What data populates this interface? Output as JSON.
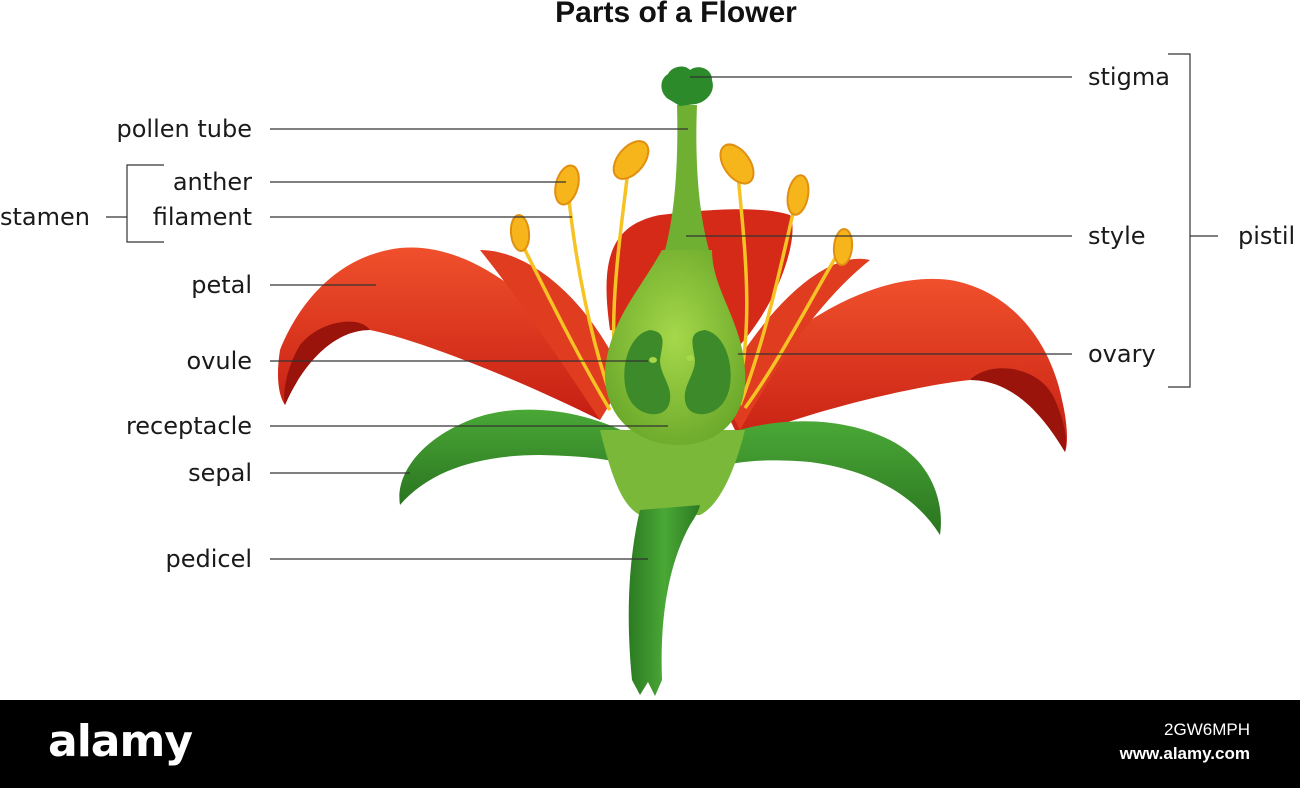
{
  "title": "Parts of a Flower",
  "labels_left": {
    "pollen_tube": "pollen tube",
    "anther": "anther",
    "filament": "filament",
    "stamen": "stamen",
    "petal": "petal",
    "ovule": "ovule",
    "receptacle": "receptacle",
    "sepal": "sepal",
    "pedicel": "pedicel"
  },
  "labels_right": {
    "stigma": "stigma",
    "style": "style",
    "ovary": "ovary",
    "pistil": "pistil"
  },
  "footer": {
    "logo": "alamy",
    "image_id": "2GW6MPH",
    "url": "www.alamy.com"
  },
  "colors": {
    "petal": "#e8321c",
    "petal_dark": "#b81c10",
    "sepal": "#3f9a2e",
    "sepal_dark": "#2a7420",
    "pistil": "#8cc63f",
    "pistil_dark": "#5e9a28",
    "anther": "#f6b21a",
    "leader_line": "#333333"
  }
}
